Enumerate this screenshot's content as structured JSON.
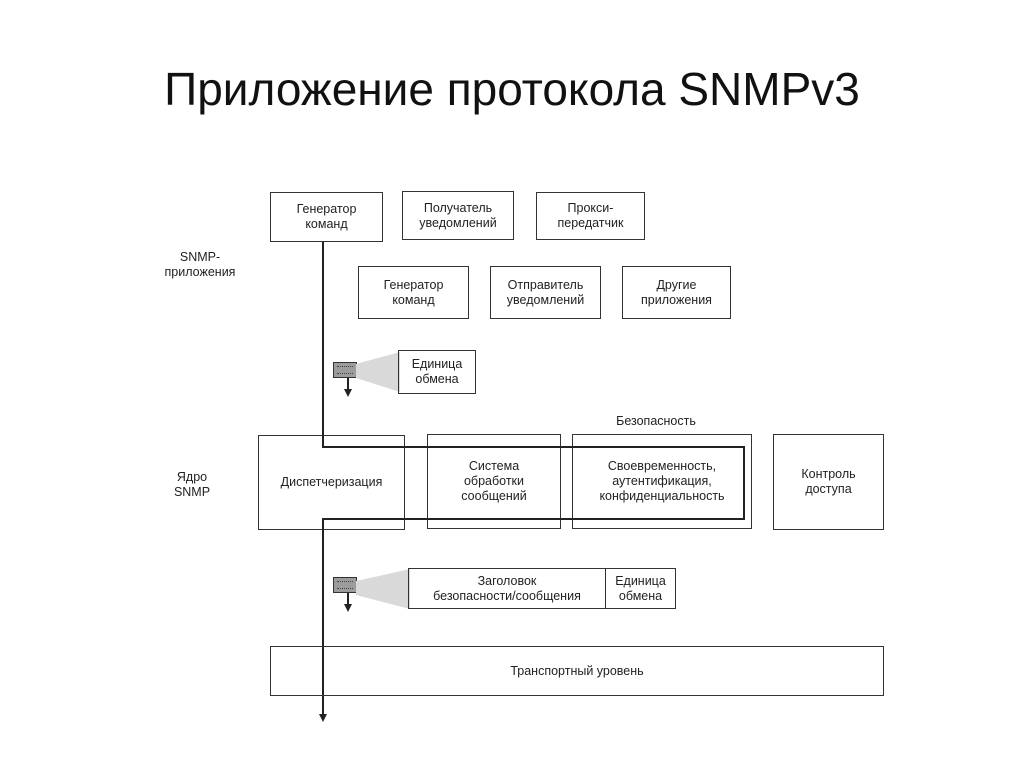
{
  "title": "Приложение протокола SNMPv3",
  "labels": {
    "snmp_apps": "SNMP-\nприложения",
    "snmp_core": "Ядро\nSNMP",
    "security": "Безопасность"
  },
  "apps_row1": {
    "command_generator": "Генератор\nкоманд",
    "notification_receiver": "Получатель\nуведомлений",
    "proxy_forwarder": "Прокси-\nпередатчик"
  },
  "apps_row2": {
    "command_generator": "Генератор\nкоманд",
    "notification_originator": "Отправитель\nуведомлений",
    "other_apps": "Другие\nприложения"
  },
  "pdu_upper": "Единица\nобмена",
  "core": {
    "dispatcher": "Диспетчеризация",
    "message_processing": "Система\nобработки\nсообщений",
    "security_services": "Своевременность,\nаутентификация,\nконфиденциальность",
    "access_control": "Контроль\nдоступа"
  },
  "lower_packet": {
    "header": "Заголовок\nбезопасности/сообщения",
    "pdu": "Единица\nобмена"
  },
  "transport": "Транспортный уровень"
}
